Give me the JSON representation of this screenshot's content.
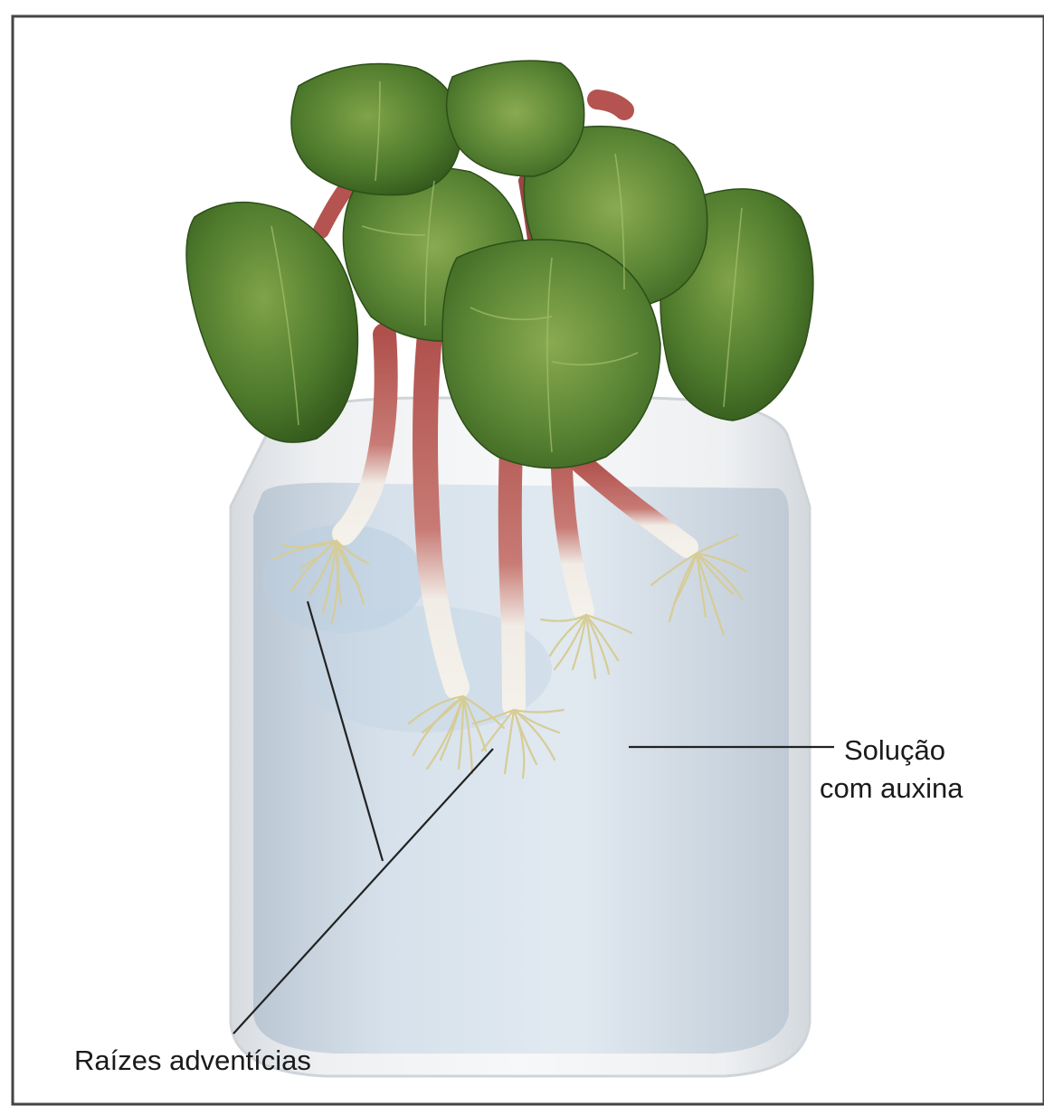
{
  "labels": {
    "solution_line1": "Solução",
    "solution_line2": "com auxina",
    "roots": "Raízes adventícias"
  },
  "colors": {
    "leaf_dark": "#3f6b25",
    "leaf_mid": "#5e8a38",
    "leaf_light": "#8cab4e",
    "petiole": "#b4534f",
    "stem_white": "#f2efe8",
    "root": "#d9cf9a",
    "solution": "#cfdde9",
    "jar_glass": "#e6e9ec",
    "outline": "#222222"
  },
  "icons": [
    "plant-leaf",
    "root-cluster",
    "glass-jar"
  ]
}
